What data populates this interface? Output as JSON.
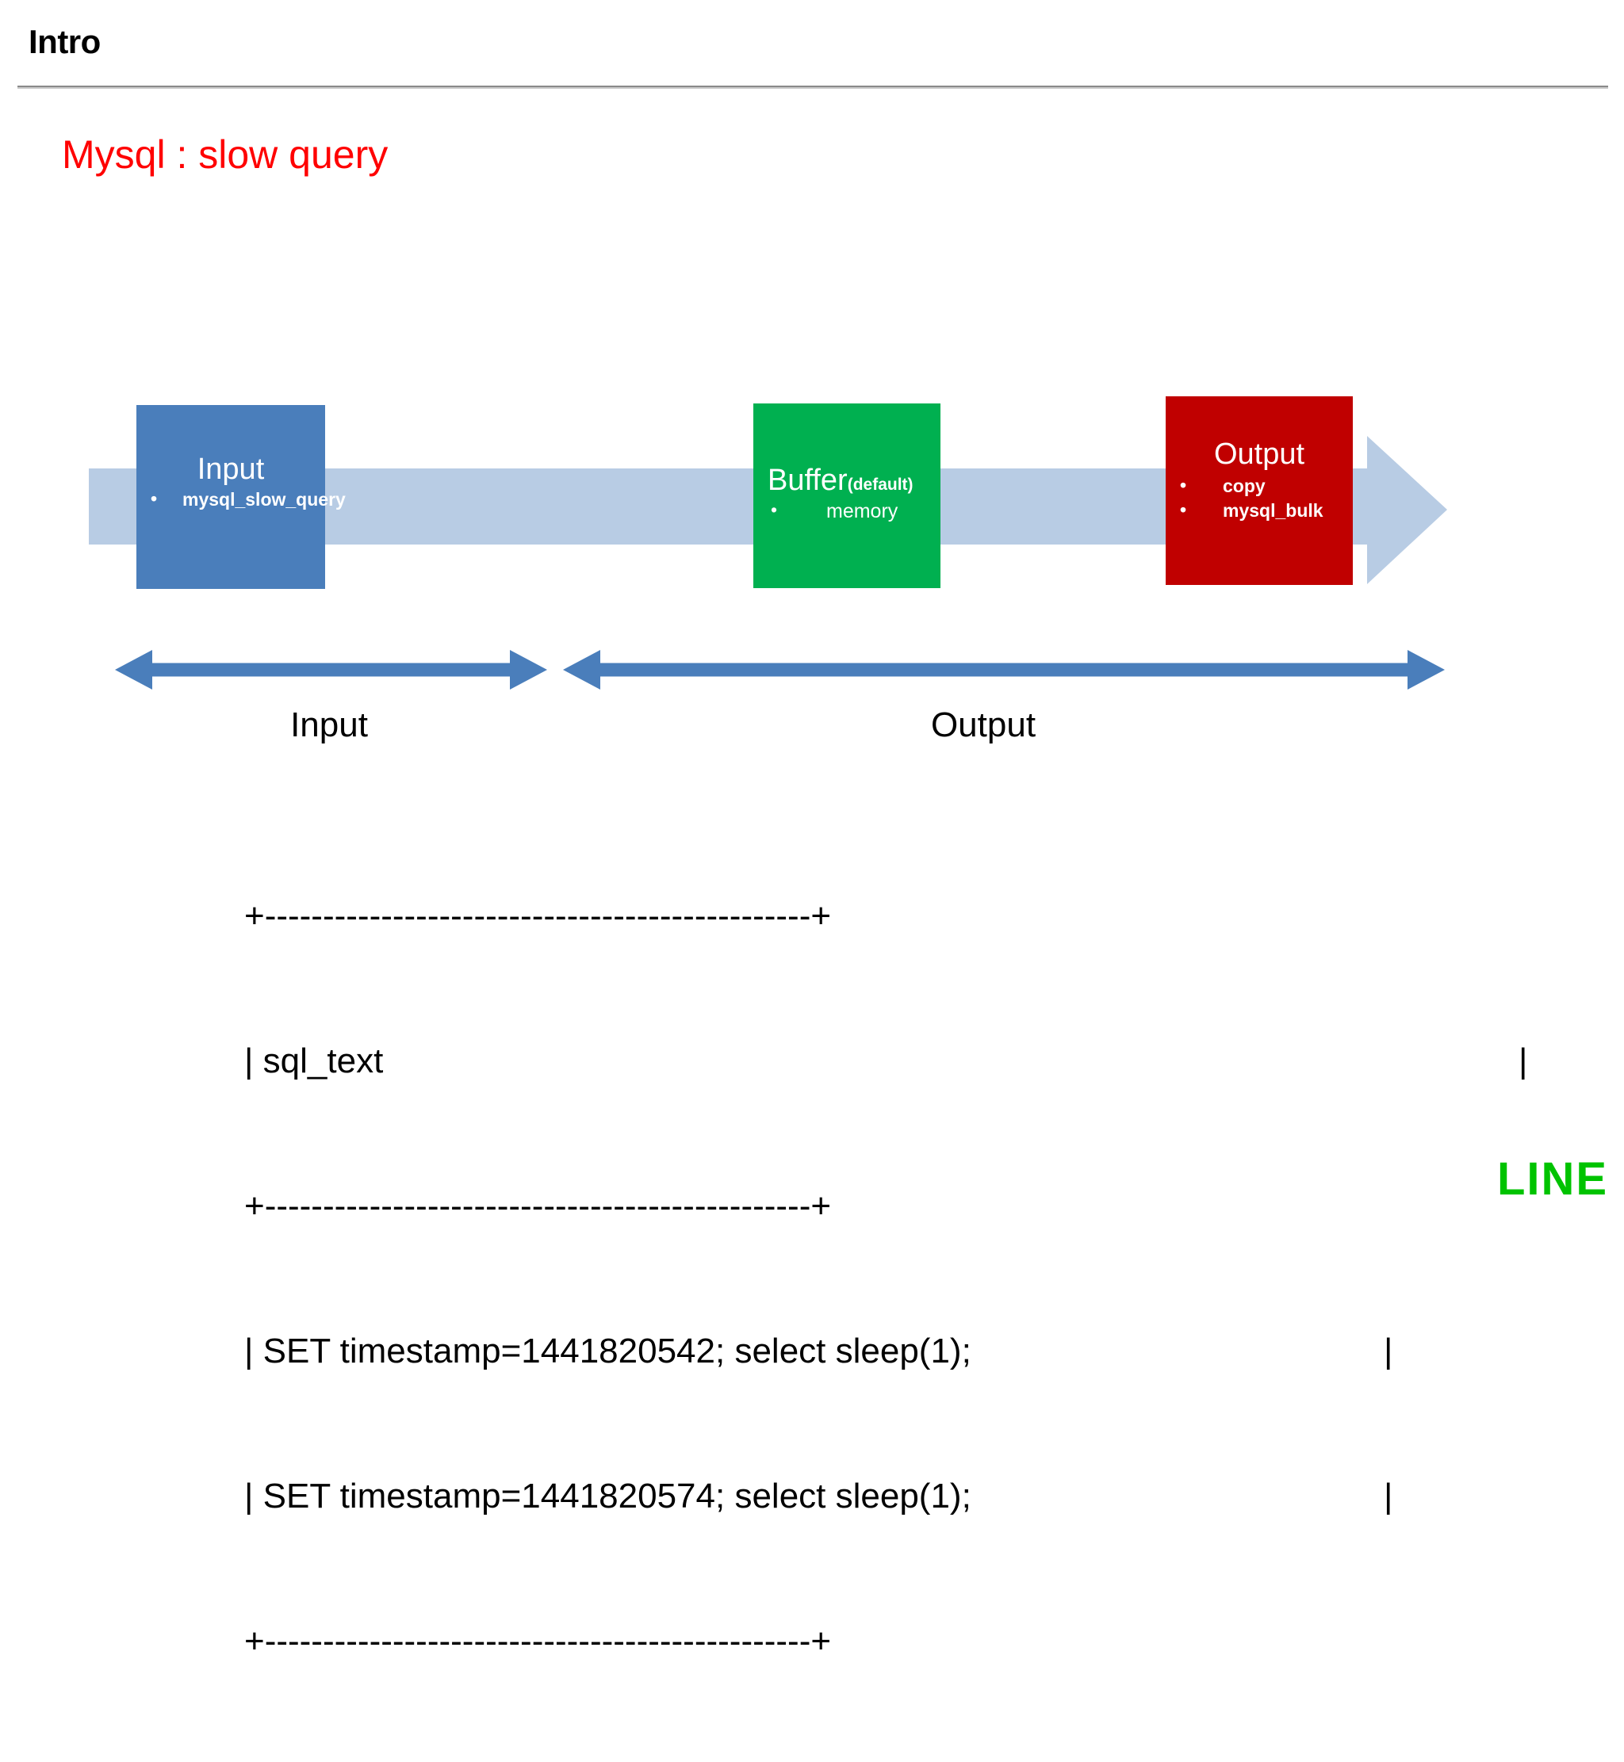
{
  "slide": {
    "title": "Intro",
    "subtitle": "Mysql : slow query",
    "footer_logo": "LINE",
    "accent_red": "#FF0000",
    "logo_green": "#00C300"
  },
  "pipeline": {
    "band_color": "#B8CCE4",
    "stages": [
      {
        "id": "input",
        "title": "Input",
        "title_sub": "",
        "color": "#4A7EBB",
        "items": [
          "mysql_slow_query"
        ]
      },
      {
        "id": "buffer",
        "title": "Buffer",
        "title_sub": "(default)",
        "color": "#00B050",
        "items": [
          "memory"
        ]
      },
      {
        "id": "output",
        "title": "Output",
        "title_sub": "",
        "color": "#C00000",
        "items": [
          "copy",
          "mysql_bulk"
        ]
      }
    ],
    "measures": [
      {
        "id": "input",
        "label": "Input",
        "color": "#4A7EBB"
      },
      {
        "id": "output",
        "label": "Output",
        "color": "#4A7EBB"
      }
    ]
  },
  "ascii_table": {
    "rule_top": "+-----------------------------------------------+",
    "rule_mid": "+-----------------------------------------------+",
    "rule_bottom": "+-----------------------------------------------+",
    "header_cell": "| sql_text",
    "header_end": "|",
    "rows": [
      {
        "text": "| SET timestamp=1441820542; select sleep(1);",
        "end": "|"
      },
      {
        "text": "| SET timestamp=1441820574; select sleep(1);",
        "end": "|"
      }
    ]
  }
}
